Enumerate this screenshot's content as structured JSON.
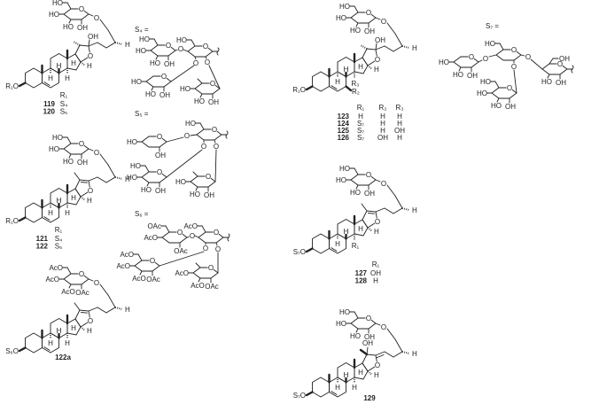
{
  "atoms": {
    "HO": "HO",
    "OH": "OH",
    "O": "O",
    "H": "H",
    "OAc": "OAc",
    "AcO": "AcO"
  },
  "substituents": {
    "R1O": "R₁O",
    "S6O": "S₆O",
    "S7O": "S₇O",
    "R1": "R₁",
    "R2": "R₂",
    "R3": "R₃"
  },
  "definitions": [
    "S₄ =",
    "S₅ =",
    "S₆ =",
    "S₇ ="
  ],
  "compounds": {
    "c119_120": {
      "header": [
        "R₁"
      ],
      "rows": [
        [
          "119",
          "S₄"
        ],
        [
          "120",
          "S₅"
        ]
      ]
    },
    "c121_122": {
      "header": [
        "R₁"
      ],
      "rows": [
        [
          "121",
          "S₄"
        ],
        [
          "122",
          "S₅"
        ]
      ]
    },
    "c122a": "122a",
    "c123_126": {
      "header": [
        "R₁",
        "R₂",
        "R₃"
      ],
      "rows": [
        [
          "123",
          "H",
          "H",
          "H"
        ],
        [
          "124",
          "S₇",
          "H",
          "H"
        ],
        [
          "125",
          "S₇",
          "H",
          "OH"
        ],
        [
          "126",
          "S₇",
          "OH",
          "H"
        ]
      ]
    },
    "c127_128": {
      "header": [
        "R₁"
      ],
      "rows": [
        [
          "127",
          "OH"
        ],
        [
          "128",
          "H"
        ]
      ]
    },
    "c129": "129"
  }
}
